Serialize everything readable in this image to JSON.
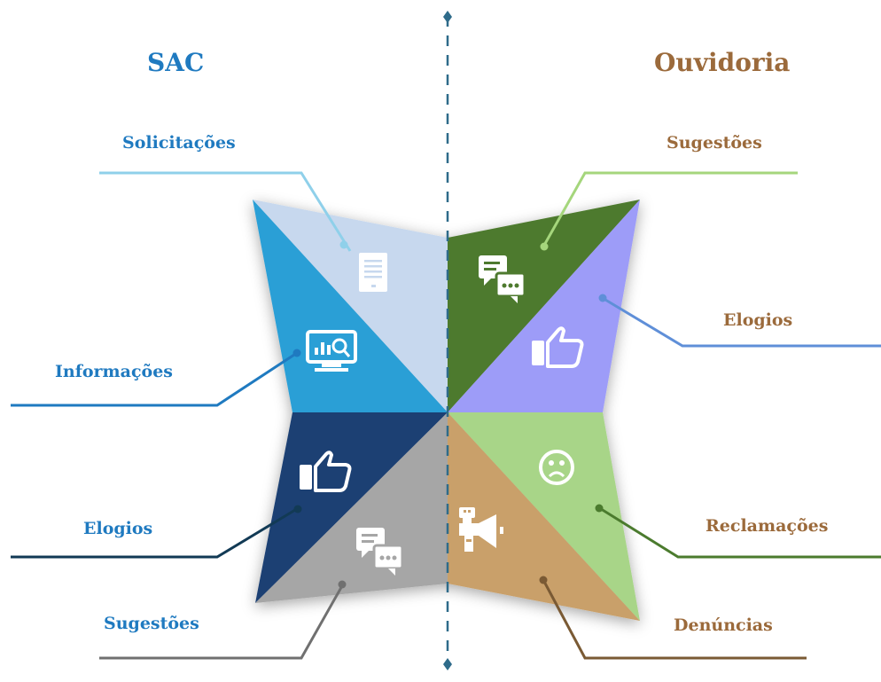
{
  "headers": {
    "left": "SAC",
    "right": "Ouvidoria"
  },
  "colors": {
    "sac_text": "#1f7ac0",
    "ouvidoria_text": "#9b6a3b",
    "divider": "#2e6b8a"
  },
  "sac": [
    {
      "label": "Solicitações",
      "icon": "document-icon",
      "color": "#c7d8ee",
      "line_color": "#8fd0ea"
    },
    {
      "label": "Informações",
      "icon": "monitor-search-icon",
      "color": "#2a9fd6",
      "line_color": "#1f7ac0"
    },
    {
      "label": "Elogios",
      "icon": "thumbs-up-icon",
      "color": "#1b3f73",
      "line_color": "#123a55"
    },
    {
      "label": "Sugestões",
      "icon": "chat-bubbles-icon",
      "color": "#a6a6a6",
      "line_color": "#707070"
    }
  ],
  "ouvidoria": [
    {
      "label": "Sugestões",
      "icon": "chat-bubbles-icon",
      "color": "#4e7a2f",
      "line_color": "#a5d67c"
    },
    {
      "label": "Elogios",
      "icon": "thumbs-up-icon",
      "color": "#9d9cf8",
      "line_color": "#5f8fd8"
    },
    {
      "label": "Reclamações",
      "icon": "sad-face-icon",
      "color": "#a8d588",
      "line_color": "#4b7b2e"
    },
    {
      "label": "Denúncias",
      "icon": "megaphone-icon",
      "color": "#c9a06a",
      "line_color": "#7a5a34"
    }
  ]
}
